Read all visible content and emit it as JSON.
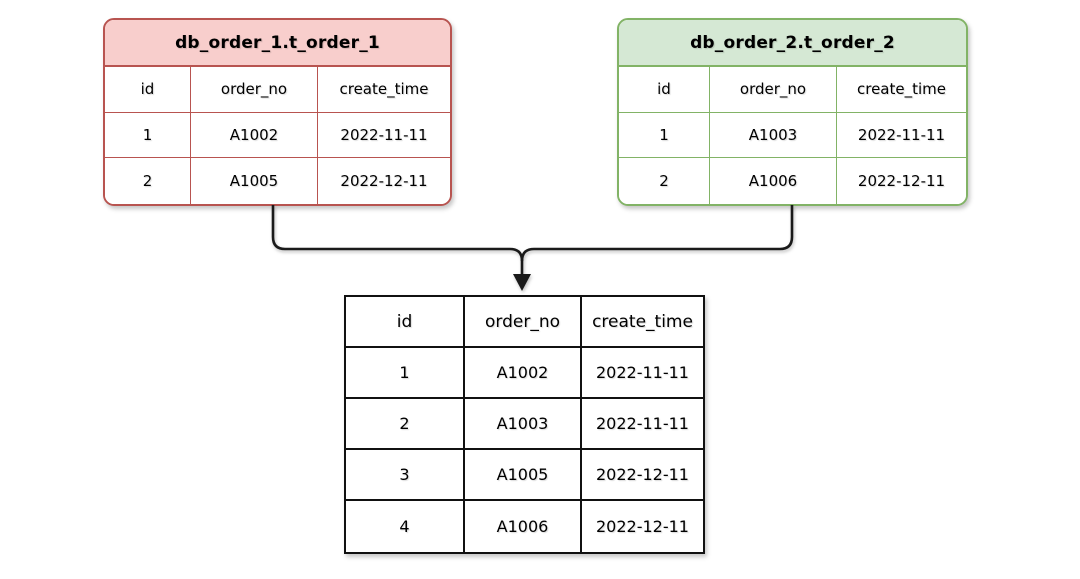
{
  "diagram": {
    "source_tables": [
      {
        "title": "db_order_1.t_order_1",
        "fill": "#f8cecc",
        "stroke": "#b85450",
        "columns": [
          "id",
          "order_no",
          "create_time"
        ],
        "rows": [
          [
            "1",
            "A1002",
            "2022-11-11"
          ],
          [
            "2",
            "A1005",
            "2022-12-11"
          ]
        ]
      },
      {
        "title": "db_order_2.t_order_2",
        "fill": "#d5e8d4",
        "stroke": "#82b366",
        "columns": [
          "id",
          "order_no",
          "create_time"
        ],
        "rows": [
          [
            "1",
            "A1003",
            "2022-11-11"
          ],
          [
            "2",
            "A1006",
            "2022-12-11"
          ]
        ]
      }
    ],
    "merged_table": {
      "stroke": "#111111",
      "columns": [
        "id",
        "order_no",
        "create_time"
      ],
      "rows": [
        [
          "1",
          "A1002",
          "2022-11-11"
        ],
        [
          "2",
          "A1003",
          "2022-11-11"
        ],
        [
          "3",
          "A1005",
          "2022-12-11"
        ],
        [
          "4",
          "A1006",
          "2022-12-11"
        ]
      ]
    },
    "connector_color": "#1a1a1a"
  }
}
